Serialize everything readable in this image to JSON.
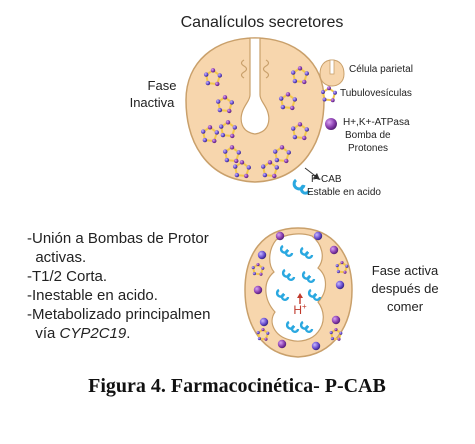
{
  "title": "Canalículos secretores",
  "phase_inactive": [
    "Fase",
    "Inactiva"
  ],
  "legend": {
    "parietal": "Célula parietal",
    "tubulovesicles": "Tubulovesículas",
    "pump": [
      "H+,K+-ATPasa",
      "Bomba de",
      "Protones"
    ],
    "pcab": [
      "P-CAB",
      "Estable en acido"
    ]
  },
  "properties": [
    "-Unión a Bombas de Protor",
    "  activas.",
    "-T1/2 Corta.",
    "-Inestable en acido.",
    "-Metabolizado principalmen",
    "  vía ",
    "CYP2C19",
    "."
  ],
  "phase_active": [
    "Fase activa",
    "después de",
    "comer"
  ],
  "h_plus": "H",
  "h_plus_sup": "+",
  "caption": "Figura 4. Farmacocinética- P-CAB",
  "colors": {
    "cell_fill": "#f7d6ad",
    "cell_stroke": "#c9a06b",
    "vesicle": "#f2c84b",
    "pump": "#8a3fb0",
    "pcab": "#2aa8e0",
    "h_plus": "#c0392b"
  }
}
